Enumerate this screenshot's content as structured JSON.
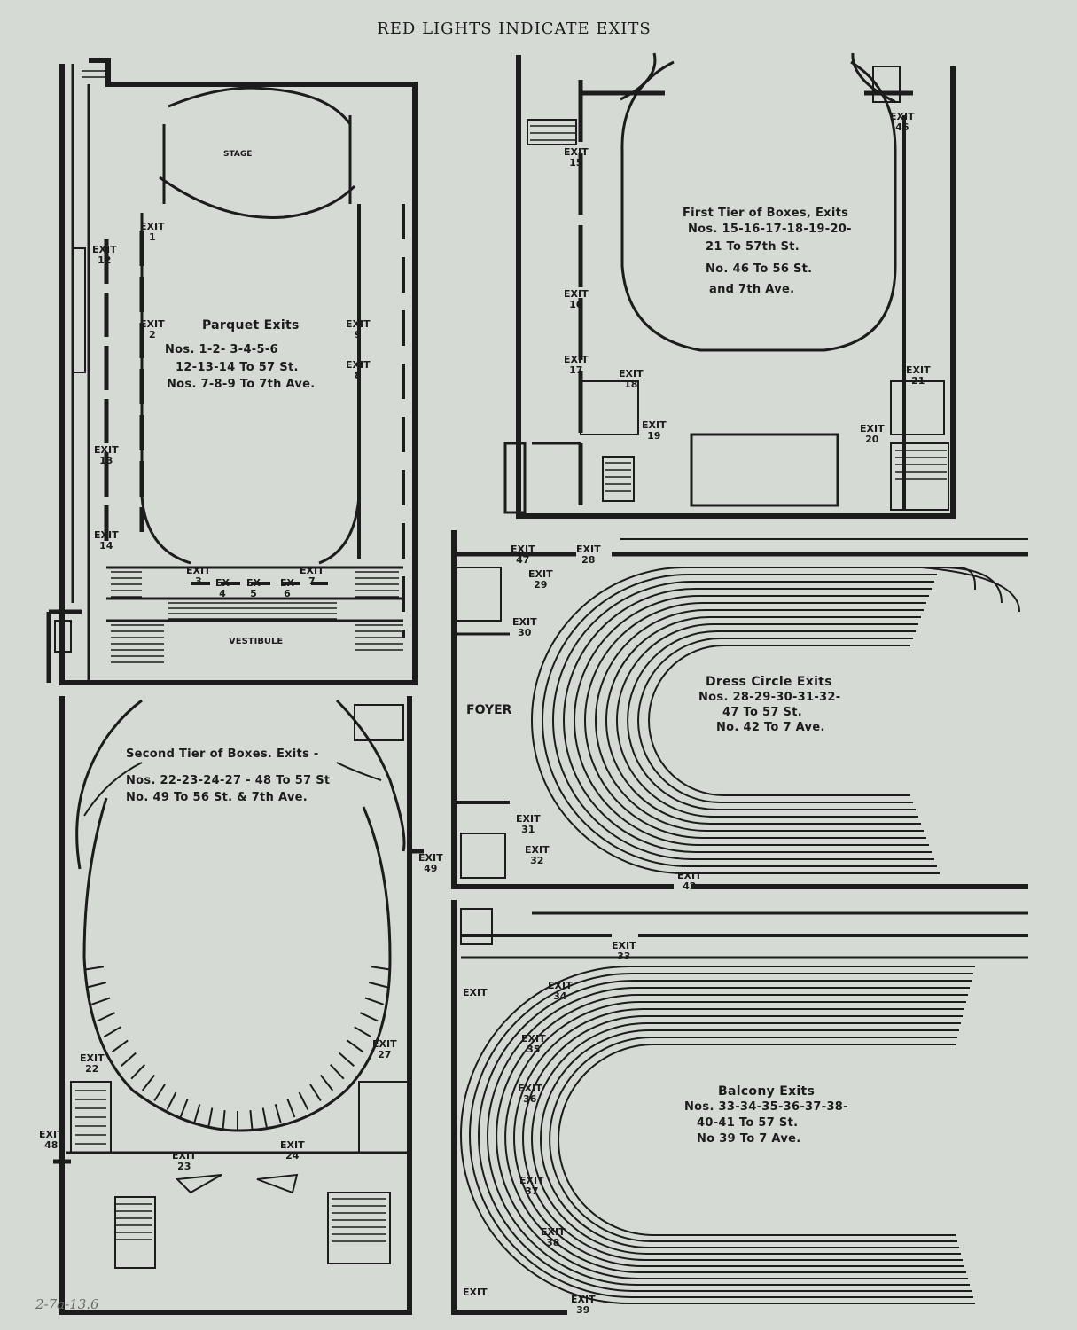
{
  "header": "RED LIGHTS INDICATE EXITS",
  "pencil_note": "2-7a-13.6",
  "parquet": {
    "stage": "STAGE",
    "vestibule": "VESTIBULE",
    "title": "Parquet Exits",
    "l1": "Nos. 1-2- 3-4-5-6",
    "l2": "12-13-14 To 57 St.",
    "l3": "Nos. 7-8-9 To 7th Ave.",
    "exits": [
      {
        "t": "EXIT",
        "n": "1"
      },
      {
        "t": "EXIT",
        "n": "12"
      },
      {
        "t": "EXIT",
        "n": "2"
      },
      {
        "t": "EXIT",
        "n": "9"
      },
      {
        "t": "EXIT",
        "n": "8"
      },
      {
        "t": "EXIT",
        "n": "13"
      },
      {
        "t": "EXIT",
        "n": "14"
      },
      {
        "t": "EXIT",
        "n": "3"
      },
      {
        "t": "EX",
        "n": "4"
      },
      {
        "t": "EX",
        "n": "5"
      },
      {
        "t": "EX",
        "n": "6"
      },
      {
        "t": "EXIT",
        "n": "7"
      }
    ]
  },
  "first_tier": {
    "title": "First Tier of Boxes, Exits",
    "l1": "Nos. 15-16-17-18-19-20-",
    "l2": "21 To 57th St.",
    "l3": "No. 46 To 56 St.",
    "l4": "and 7th Ave.",
    "exits": [
      {
        "t": "EXIT",
        "n": "15"
      },
      {
        "t": "EXIT",
        "n": "46"
      },
      {
        "t": "EXIT",
        "n": "16"
      },
      {
        "t": "EXIT",
        "n": "17"
      },
      {
        "t": "EXIT",
        "n": "18"
      },
      {
        "t": "EXIT",
        "n": "21"
      },
      {
        "t": "EXIT",
        "n": "19"
      },
      {
        "t": "EXIT",
        "n": "20"
      }
    ]
  },
  "dress_circle": {
    "foyer": "FOYER",
    "title": "Dress Circle Exits",
    "l1": "Nos. 28-29-30-31-32-",
    "l2": "47 To 57 St.",
    "l3": "No. 42 To 7 Ave.",
    "exits": [
      {
        "t": "EXIT",
        "n": "47"
      },
      {
        "t": "EXIT",
        "n": "28"
      },
      {
        "t": "EXIT",
        "n": "29"
      },
      {
        "t": "EXIT",
        "n": "30"
      },
      {
        "t": "EXIT",
        "n": "31"
      },
      {
        "t": "EXIT",
        "n": "32"
      },
      {
        "t": "EXIT",
        "n": "42"
      }
    ]
  },
  "second_tier": {
    "title": "Second Tier of Boxes. Exits -",
    "l1": "Nos. 22-23-24-27 - 48 To 57 St",
    "l2": "No. 49 To 56 St. & 7th Ave.",
    "exits": [
      {
        "t": "EXIT",
        "n": "49"
      },
      {
        "t": "EXIT",
        "n": "27"
      },
      {
        "t": "EXIT",
        "n": "22"
      },
      {
        "t": "EXIT",
        "n": "48"
      },
      {
        "t": "EXIT",
        "n": "23"
      },
      {
        "t": "EXIT",
        "n": "24"
      }
    ]
  },
  "balcony": {
    "title": "Balcony Exits",
    "l1": "Nos. 33-34-35-36-37-38-",
    "l2": "40-41 To 57 St.",
    "l3": "No 39 To 7 Ave.",
    "exits": [
      {
        "t": "EXIT",
        "n": "33"
      },
      {
        "t": "EXIT",
        "n": ""
      },
      {
        "t": "EXIT",
        "n": "34"
      },
      {
        "t": "EXIT",
        "n": "35"
      },
      {
        "t": "EXIT",
        "n": "36"
      },
      {
        "t": "EXIT",
        "n": "37"
      },
      {
        "t": "EXIT",
        "n": "38"
      },
      {
        "t": "EXIT",
        "n": ""
      },
      {
        "t": "EXIT",
        "n": "39"
      }
    ]
  }
}
